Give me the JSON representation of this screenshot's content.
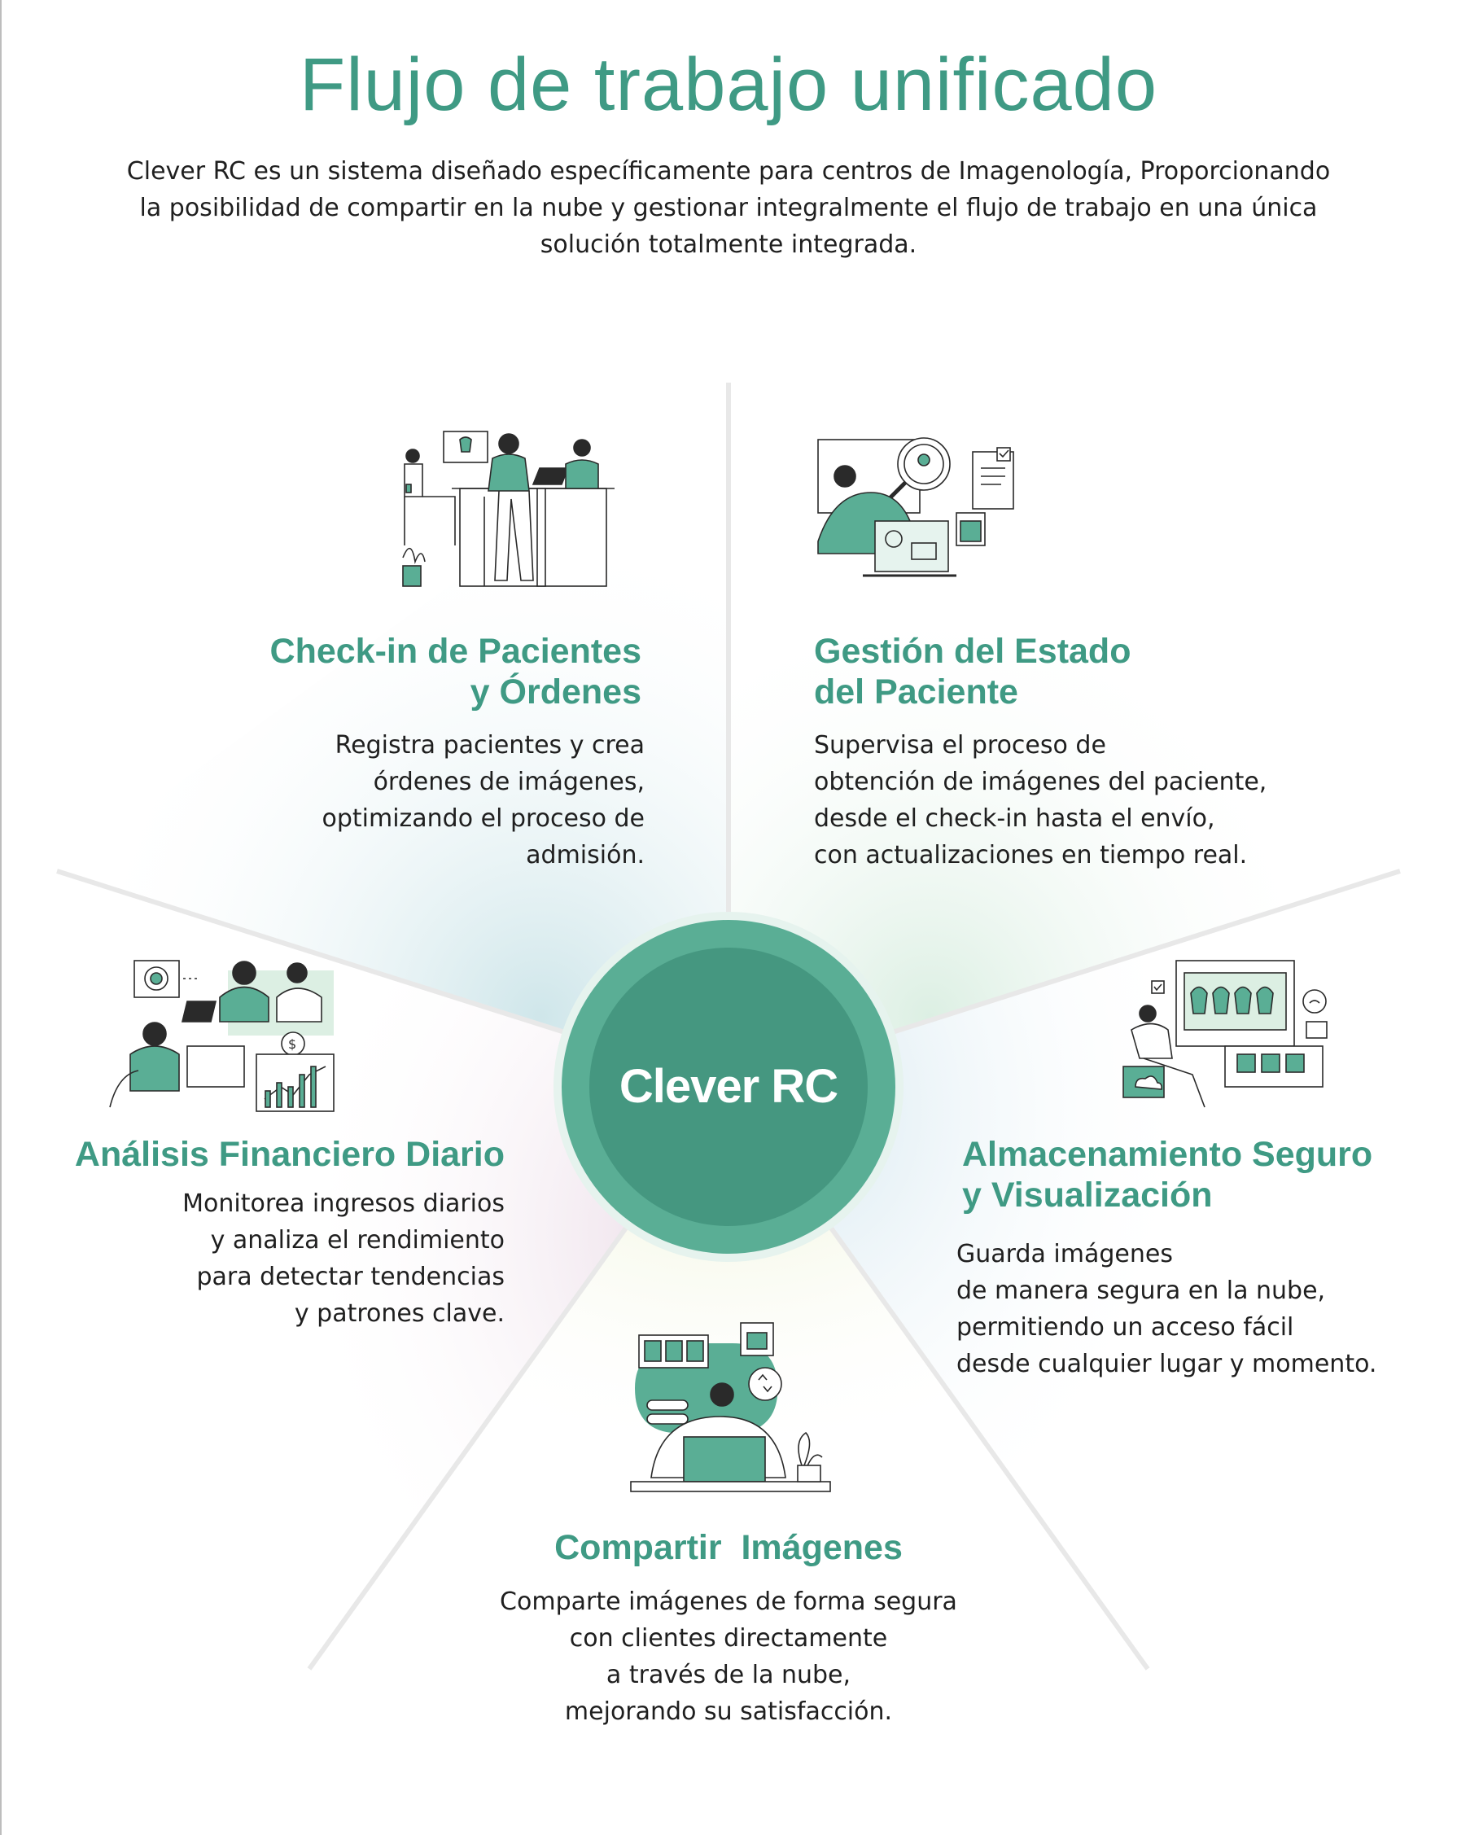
{
  "header": {
    "title": "Flujo de trabajo unificado",
    "intro": "Clever RC es un sistema diseñado específicamente para centros de Imagenología, Proporcionando la posibilidad de compartir en la nube y gestionar integralmente el flujo de trabajo en una única solución totalmente integrada."
  },
  "hub": {
    "label": "Clever RC"
  },
  "colors": {
    "accent": "#3f9a84",
    "hub_outer": "#5aae95",
    "hub_inner": "#459780"
  },
  "features": {
    "checkin": {
      "title_lines": [
        "Check-in de Pacientes",
        "y Órdenes"
      ],
      "desc_lines": [
        "Registra pacientes y crea",
        "órdenes de imágenes,",
        "optimizando el proceso de",
        "admisión."
      ],
      "icon": "reception-desk-illustration"
    },
    "estado": {
      "title_lines": [
        "Gestión del Estado",
        "del Paciente"
      ],
      "desc_lines": [
        "Supervisa el proceso de",
        "obtención de imágenes del paciente,",
        "desde el check-in hasta el envío,",
        "con actualizaciones en tiempo real."
      ],
      "icon": "patient-search-illustration"
    },
    "financiero": {
      "title_lines": [
        "Análisis Financiero Diario"
      ],
      "desc_lines": [
        "Monitorea ingresos diarios",
        "y analiza el rendimiento",
        "para detectar tendencias",
        "y patrones clave."
      ],
      "icon": "financial-analysis-illustration"
    },
    "almacenamiento": {
      "title_lines": [
        "Almacenamiento Seguro",
        "y Visualización"
      ],
      "desc_lines": [
        "Guarda imágenes",
        "de manera segura en la nube,",
        "permitiendo un acceso fácil",
        "desde cualquier lugar y momento."
      ],
      "icon": "cloud-storage-illustration"
    },
    "compartir": {
      "title_lines": [
        "Compartir  Imágenes"
      ],
      "desc_lines": [
        "Comparte imágenes de forma segura",
        "con clientes directamente",
        "a través de la nube,",
        "mejorando su satisfacción."
      ],
      "icon": "image-sharing-illustration"
    }
  }
}
